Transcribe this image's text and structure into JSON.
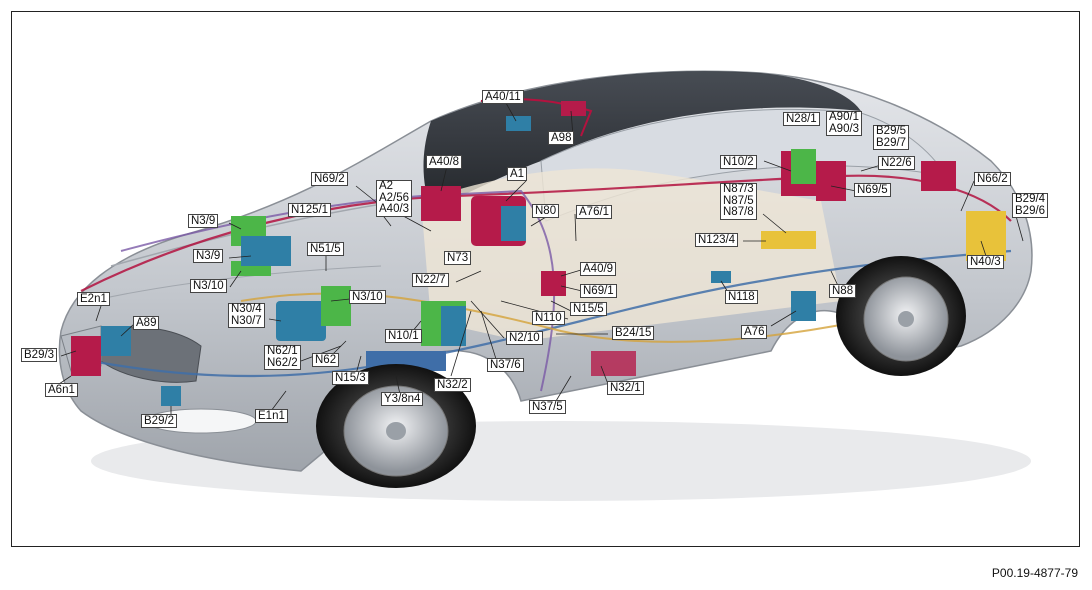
{
  "reference": "P00.19-4877-79",
  "colors": {
    "body_silver": "#c9ccd1",
    "harness_red": "#b3123f",
    "harness_blue": "#3f6ea8",
    "module_green": "#4cb648",
    "module_teal": "#2f7fa6",
    "module_crimson": "#b51b4a",
    "module_yellow": "#e8c23a"
  },
  "labels": [
    {
      "id": "a40-11",
      "lines": [
        "A40/11"
      ]
    },
    {
      "id": "a98",
      "lines": [
        "A98"
      ]
    },
    {
      "id": "n28-1",
      "lines": [
        "N28/1"
      ]
    },
    {
      "id": "a90",
      "lines": [
        "A90/1",
        "A90/3"
      ]
    },
    {
      "id": "b29-5",
      "lines": [
        "B29/5",
        "B29/7"
      ]
    },
    {
      "id": "a40-8",
      "lines": [
        "A40/8"
      ]
    },
    {
      "id": "n10-2",
      "lines": [
        "N10/2"
      ]
    },
    {
      "id": "n22-6",
      "lines": [
        "N22/6"
      ]
    },
    {
      "id": "n69-2",
      "lines": [
        "N69/2"
      ]
    },
    {
      "id": "a2",
      "lines": [
        "A2",
        "A2/56",
        "A40/3"
      ]
    },
    {
      "id": "a1",
      "lines": [
        "A1"
      ]
    },
    {
      "id": "n87",
      "lines": [
        "N87/3",
        "N87/5",
        "N87/8"
      ]
    },
    {
      "id": "n69-5",
      "lines": [
        "N69/5"
      ]
    },
    {
      "id": "n66-2",
      "lines": [
        "N66/2"
      ]
    },
    {
      "id": "n125-1",
      "lines": [
        "N125/1"
      ]
    },
    {
      "id": "n80",
      "lines": [
        "N80"
      ]
    },
    {
      "id": "a76-1",
      "lines": [
        "A76/1"
      ]
    },
    {
      "id": "b29-4",
      "lines": [
        "B29/4",
        "B29/6"
      ]
    },
    {
      "id": "n3-9a",
      "lines": [
        "N3/9"
      ]
    },
    {
      "id": "n123-4",
      "lines": [
        "N123/4"
      ]
    },
    {
      "id": "n51-5",
      "lines": [
        "N51/5"
      ]
    },
    {
      "id": "n3-9b",
      "lines": [
        "N3/9"
      ]
    },
    {
      "id": "n73",
      "lines": [
        "N73"
      ]
    },
    {
      "id": "n3-10a",
      "lines": [
        "N3/10"
      ]
    },
    {
      "id": "n22-7",
      "lines": [
        "N22/7"
      ]
    },
    {
      "id": "a40-9",
      "lines": [
        "A40/9"
      ]
    },
    {
      "id": "n40-3",
      "lines": [
        "N40/3"
      ]
    },
    {
      "id": "n69-1",
      "lines": [
        "N69/1"
      ]
    },
    {
      "id": "n118",
      "lines": [
        "N118"
      ]
    },
    {
      "id": "n88",
      "lines": [
        "N88"
      ]
    },
    {
      "id": "e2n1",
      "lines": [
        "E2n1"
      ]
    },
    {
      "id": "n3-10b",
      "lines": [
        "N3/10"
      ]
    },
    {
      "id": "n15-5",
      "lines": [
        "N15/5"
      ]
    },
    {
      "id": "a89",
      "lines": [
        "A89"
      ]
    },
    {
      "id": "n30",
      "lines": [
        "N30/4",
        "N30/7"
      ]
    },
    {
      "id": "n110",
      "lines": [
        "N110"
      ]
    },
    {
      "id": "n10-1",
      "lines": [
        "N10/1"
      ]
    },
    {
      "id": "n2-10",
      "lines": [
        "N2/10"
      ]
    },
    {
      "id": "b24-15",
      "lines": [
        "B24/15"
      ]
    },
    {
      "id": "a76",
      "lines": [
        "A76"
      ]
    },
    {
      "id": "n62-1",
      "lines": [
        "N62/1",
        "N62/2"
      ]
    },
    {
      "id": "n62",
      "lines": [
        "N62"
      ]
    },
    {
      "id": "b29-3",
      "lines": [
        "B29/3"
      ]
    },
    {
      "id": "n37-6",
      "lines": [
        "N37/6"
      ]
    },
    {
      "id": "n15-3",
      "lines": [
        "N15/3"
      ]
    },
    {
      "id": "n32-2",
      "lines": [
        "N32/2"
      ]
    },
    {
      "id": "n32-1",
      "lines": [
        "N32/1"
      ]
    },
    {
      "id": "a6n1",
      "lines": [
        "A6n1"
      ]
    },
    {
      "id": "y3-8n4",
      "lines": [
        "Y3/8n4"
      ]
    },
    {
      "id": "n37-5",
      "lines": [
        "N37/5"
      ]
    },
    {
      "id": "b29-2",
      "lines": [
        "B29/2"
      ]
    },
    {
      "id": "e1n1",
      "lines": [
        "E1n1"
      ]
    }
  ]
}
